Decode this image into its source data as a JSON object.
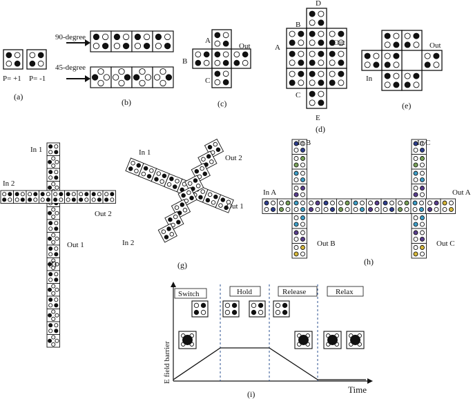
{
  "panels": {
    "a": {
      "caption": "(a)",
      "labels": [
        "P= +1",
        "P= -1"
      ]
    },
    "b": {
      "caption": "(b)",
      "labels": [
        "90-degree",
        "45-degree"
      ]
    },
    "c": {
      "caption": "(c)",
      "labels": [
        "A",
        "B",
        "C",
        "Out"
      ]
    },
    "d": {
      "caption": "(d)",
      "labels": [
        "A",
        "B",
        "C",
        "D",
        "E",
        "Out"
      ]
    },
    "e": {
      "caption": "(e)",
      "labels": [
        "In",
        "Out"
      ]
    },
    "f": {
      "caption": "(f)",
      "labels": [
        "In 1",
        "In 2",
        "Out 1",
        "Out 2"
      ]
    },
    "g": {
      "caption": "(g)",
      "labels": [
        "In 1",
        "In 2",
        "Out 1",
        "Out 2"
      ]
    },
    "h": {
      "caption": "(h)",
      "labels": [
        "In A",
        "In B",
        "In C",
        "Out A",
        "Out B",
        "Out C"
      ]
    },
    "i": {
      "caption": "(i)",
      "phases": [
        "Switch",
        "Hold",
        "Release",
        "Relax"
      ],
      "ylabel": "E field barrier",
      "xlabel": "Time",
      "barrier_profile": [
        {
          "phase": "Switch",
          "level": "rising"
        },
        {
          "phase": "Hold",
          "level": "high"
        },
        {
          "phase": "Release",
          "level": "falling"
        },
        {
          "phase": "Relax",
          "level": "low"
        }
      ]
    }
  },
  "colors": {
    "ink": "#111111",
    "cell_fill": "#ffffff",
    "dot_dark": "#111111",
    "dot_light": "#ffffff",
    "dot_blue": "#2e3f8f",
    "dot_green": "#7aa35a",
    "dot_cyan": "#3e9fc8",
    "dot_purple": "#5a3f8f",
    "dot_yellow": "#d8b93a",
    "divider": "#2a4f8f"
  }
}
